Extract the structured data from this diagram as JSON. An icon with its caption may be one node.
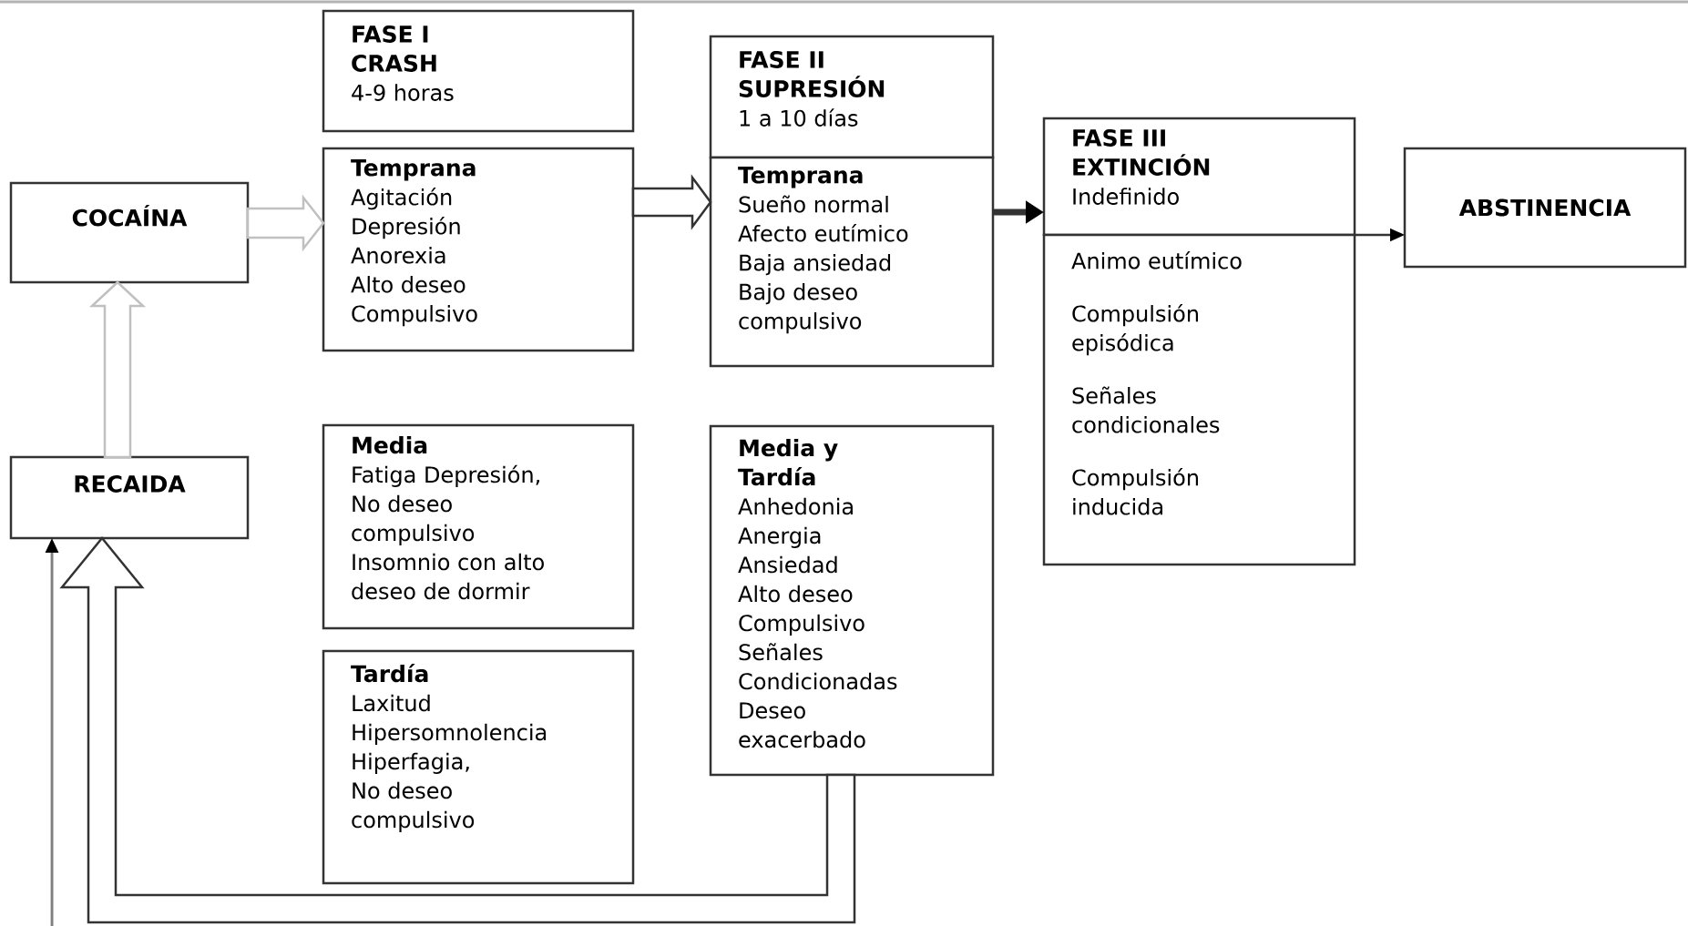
{
  "diagram": {
    "nodes": [
      {
        "text": [
          "COCAÍNA"
        ]
      },
      {
        "text": [
          "RECAIDA"
        ]
      },
      {
        "text": [
          "FASE I",
          "CRASH",
          "4-9 horas"
        ]
      },
      {
        "text": [
          "Temprana",
          "Agitación",
          "Depresión",
          "Anorexia",
          "Alto deseo",
          "Compulsivo"
        ]
      },
      {
        "text": [
          "Media",
          "Fatiga Depresión,",
          "No deseo",
          "compulsivo",
          "Insomnio con alto",
          "deseo de dormir"
        ]
      },
      {
        "text": [
          "Tardía",
          "Laxitud",
          "Hipersomnolencia",
          "Hiperfagia,",
          "No deseo",
          "compulsivo"
        ]
      },
      {
        "text": [
          "FASE II",
          "SUPRESIÓN",
          "1 a 10 días"
        ]
      },
      {
        "text": [
          "Temprana",
          "Sueño normal",
          "Afecto eutímico",
          "Baja ansiedad",
          "Bajo deseo",
          "compulsivo"
        ]
      },
      {
        "text": [
          "Media y",
          "Tardía",
          "Anhedonia",
          "Anergia",
          "Ansiedad",
          "Alto deseo",
          "Compulsivo",
          "Señales",
          "Condicionadas",
          "Deseo",
          "exacerbado"
        ]
      },
      {
        "text": [
          "FASE III",
          "EXTINCIÓN",
          "Indefinido"
        ]
      },
      {
        "text": [
          "Animo eutímico",
          "Compulsión episódica",
          "Señales condicionales",
          "Compulsión inducida"
        ]
      },
      {
        "text": [
          "ABSTINENCIA"
        ]
      }
    ],
    "edges": [
      {
        "from": 0,
        "to": 3,
        "arrow": "to",
        "color": "#c0c0c0"
      },
      {
        "from": 3,
        "to": 7,
        "arrow": "to"
      },
      {
        "from": 7,
        "to": 9,
        "arrow": "to",
        "style": "thick"
      },
      {
        "from": 9,
        "to": 11,
        "arrow": "to"
      },
      {
        "from": 1,
        "to": 0,
        "arrow": "to",
        "color": "#c0c0c0"
      },
      {
        "from": null,
        "to": 1,
        "arrow": "to",
        "color": "#808080"
      },
      {
        "from": 8,
        "to": 1,
        "arrow": "to"
      }
    ]
  }
}
